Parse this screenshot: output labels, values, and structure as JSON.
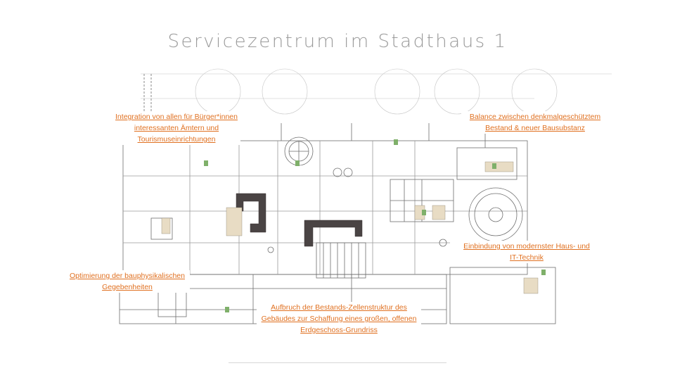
{
  "slide": {
    "title": "Servicezentrum im Stadthaus 1",
    "accent_color": "#e07020",
    "callouts": {
      "integration": "Integration von allen für Bürger*innen interessanten Ämtern und Tourismuseinrichtungen",
      "balance": "Balance zwischen denkmalgeschütztem Bestand & neuer Bausubstanz",
      "technik": "Einbindung von modernster Haus- und IT-Technik",
      "optimierung": "Optimierung der bauphysikalischen Gegebenheiten",
      "aufbruch": "Aufbruch der Bestands-Zellenstruktur des Gebäudes zur Schaffung eines großen, offenen Erdgeschoss-Grundriss"
    }
  }
}
